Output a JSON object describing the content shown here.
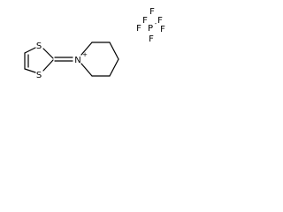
{
  "molecule": {
    "atoms": {
      "s_upper": "S",
      "s_lower": "S",
      "nitrogen": "N",
      "nitrogen_charge": "+",
      "phosphorus": "P",
      "phosphorus_charge": "-",
      "fluorines": [
        "F",
        "F",
        "F",
        "F",
        "F",
        "F"
      ]
    }
  }
}
